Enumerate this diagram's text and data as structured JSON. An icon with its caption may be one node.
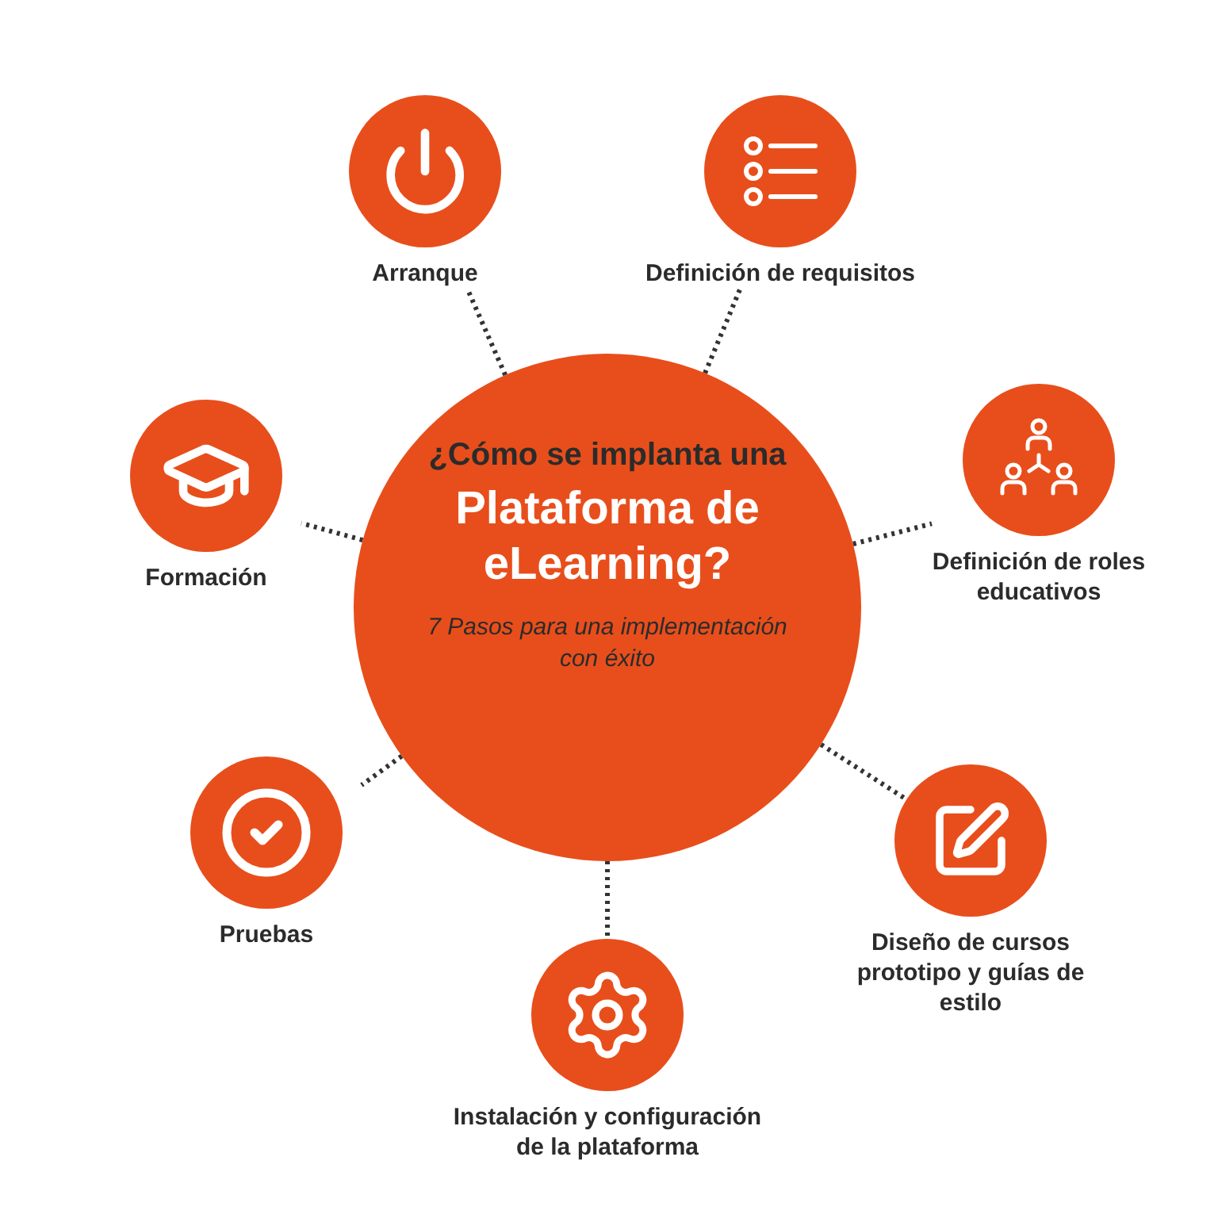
{
  "diagram": {
    "nodes": [
      {
        "text": [
          "¿Cómo se implanta una",
          "Plataforma de eLearning?",
          "7 Pasos para una implementación con éxito"
        ]
      },
      {
        "text": [
          "Arranque"
        ]
      },
      {
        "text": [
          "Definición de requisitos"
        ]
      },
      {
        "text": [
          "Definición de roles educativos"
        ]
      },
      {
        "text": [
          "Diseño de cursos prototipo y guías de estilo"
        ]
      },
      {
        "text": [
          "Instalación y configuración de la plataforma"
        ]
      },
      {
        "text": [
          "Pruebas"
        ]
      },
      {
        "text": [
          "Formación"
        ]
      }
    ],
    "edges": [
      {
        "from": 0,
        "to": 1,
        "arrow": "none"
      },
      {
        "from": 0,
        "to": 2,
        "arrow": "none"
      },
      {
        "from": 0,
        "to": 3,
        "arrow": "none"
      },
      {
        "from": 0,
        "to": 4,
        "arrow": "none"
      },
      {
        "from": 0,
        "to": 5,
        "arrow": "none"
      },
      {
        "from": 0,
        "to": 6,
        "arrow": "none"
      },
      {
        "from": 0,
        "to": 7,
        "arrow": "none"
      }
    ]
  }
}
